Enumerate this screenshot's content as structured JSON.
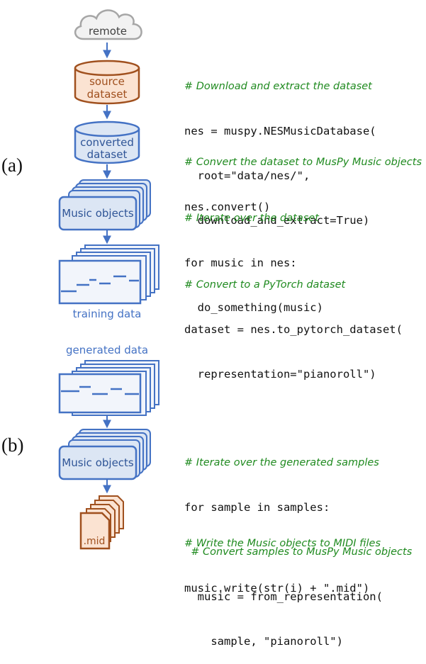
{
  "labels": {
    "a": "(a)",
    "b": "(b)"
  },
  "diagram": {
    "remote": "remote",
    "source_dataset": [
      "source",
      "dataset"
    ],
    "converted_dataset": [
      "converted",
      "dataset"
    ],
    "music_objects_a": "Music objects",
    "training_data": "training data",
    "generated_data": "generated data",
    "music_objects_b": "Music objects",
    "mid": ".mid"
  },
  "code": {
    "download": {
      "comment": "# Download and extract the dataset",
      "lines": [
        "nes = muspy.NESMusicDatabase(",
        "  root=\"data/nes/\",",
        "  download_and_extract=True)"
      ]
    },
    "convert": {
      "comment": "# Convert the dataset to MusPy Music objects",
      "lines": [
        "nes.convert()"
      ]
    },
    "iterate": {
      "comment": "# Iterate over the dataset",
      "lines": [
        "for music in nes:",
        "  do_something(music)"
      ]
    },
    "pytorch": {
      "comment": "# Convert to a PyTorch dataset",
      "lines": [
        "dataset = nes.to_pytorch_dataset(",
        "  representation=\"pianoroll\")"
      ]
    },
    "generated": {
      "comment": "# Iterate over the generated samples",
      "line1": "for sample in samples:",
      "comment2": "  # Convert samples to MusPy Music objects",
      "lines": [
        "  music = from_representation(",
        "    sample, \"pianoroll\")"
      ]
    },
    "write": {
      "comment": "# Write the Music objects to MIDI files",
      "lines": [
        "music.write(str(i) + \".mid\")"
      ]
    }
  },
  "colors": {
    "blue": "#4472c4",
    "light_blue": "#dce6f4",
    "orange": "#a0501e",
    "light_orange": "#fbe3d2",
    "gray": "#a6a6a6",
    "light_gray": "#f2f2f2",
    "green": "#1f8a1f"
  }
}
